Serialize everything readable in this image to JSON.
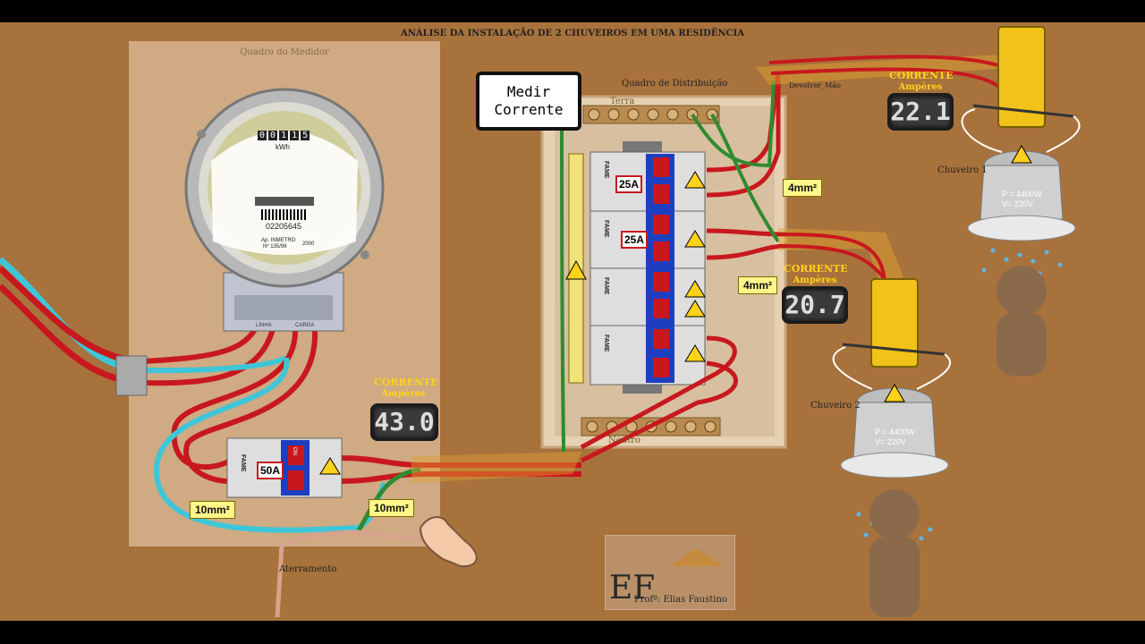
{
  "title": "ANÁLISE DA INSTALAÇÃO DE 2 CHUVEIROS EM UMA RESIDÊNCIA",
  "meter_box": {
    "label": "Quadro do Medidor",
    "counter_digits": [
      "0",
      "0",
      "1",
      "1",
      "5"
    ],
    "unit": "kWh",
    "serial": "02205645",
    "inmetro": "Ap. INMETRO",
    "inmetro_no": "Nº 135/96",
    "year": "2000",
    "terminal_linha": "LINHA",
    "terminal_carga": "CARGA"
  },
  "main_breaker": {
    "rating": "50A",
    "label": "FAME"
  },
  "grounding_label": "Aterramento",
  "distribution_panel": {
    "label": "Quadro de Distribuição",
    "earth_label": "Terra",
    "neutral_label": "Neutro",
    "breaker_1": "25A",
    "breaker_2": "25A",
    "breaker_brand": "FAME",
    "on_label": "ON"
  },
  "measure_button": {
    "line1": "Medir",
    "line2": "Corrente"
  },
  "hover_label": "Devolver_Mão",
  "current_label": "CORRENTE",
  "amperes_label": "Ampères",
  "readings": {
    "main": "43.0",
    "shower1": "22.1",
    "shower2": "20.7"
  },
  "wire_labels": {
    "main_left": "10mm²",
    "main_right": "10mm²",
    "upper": "4mm²",
    "lower": "4mm²"
  },
  "shower1": {
    "label": "Chuveiro 1",
    "power": "P = 4400W",
    "voltage": "V= 220V"
  },
  "shower2": {
    "label": "Chuveiro 2",
    "power": "P = 4400W",
    "voltage": "V= 220V"
  },
  "logo": {
    "letters": "EF",
    "text": "Profº: Elias Faustino"
  },
  "colors": {
    "wall": "#a8723c",
    "panel": "#d6b48f",
    "phase": "#c8181e",
    "neutral": "#3ec6d8",
    "earth": "#2f8b2f",
    "lcd": "#3a3a3a",
    "label_bg": "#fff68a"
  }
}
